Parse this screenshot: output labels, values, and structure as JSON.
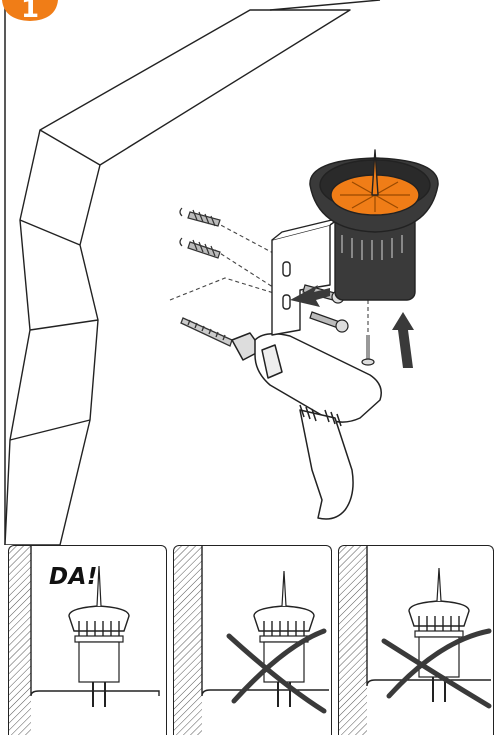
{
  "step": {
    "number": "1",
    "badge_color": "#f07d17"
  },
  "colors": {
    "accent": "#f07d17",
    "dark": "#3a3a3a",
    "gray": "#8c8c8c",
    "line": "#222222"
  },
  "icons": [
    "drill-icon",
    "wall-plug-icon",
    "screw-icon",
    "bracket-icon",
    "sprinkler-icon",
    "arrow-icon",
    "cross-icon"
  ],
  "panels": [
    {
      "label": "DA!",
      "status": "correct"
    },
    {
      "label": "",
      "status": "wrong"
    },
    {
      "label": "",
      "status": "wrong"
    }
  ]
}
